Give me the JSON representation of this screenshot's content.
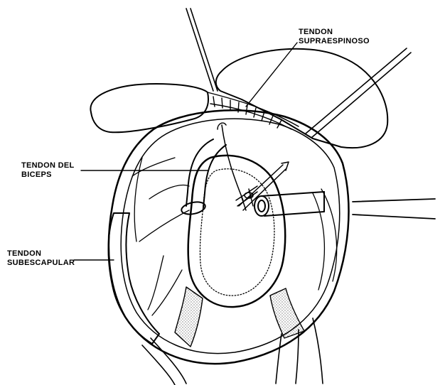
{
  "labels": {
    "supraespinoso": {
      "line1": "TENDON",
      "line2": "SUPRAESPINOSO"
    },
    "biceps": {
      "line1": "TENDON DEL",
      "line2": "BICEPS"
    },
    "subescapular": {
      "line1": "TENDON",
      "line2": "SUBESCAPULAR"
    }
  }
}
